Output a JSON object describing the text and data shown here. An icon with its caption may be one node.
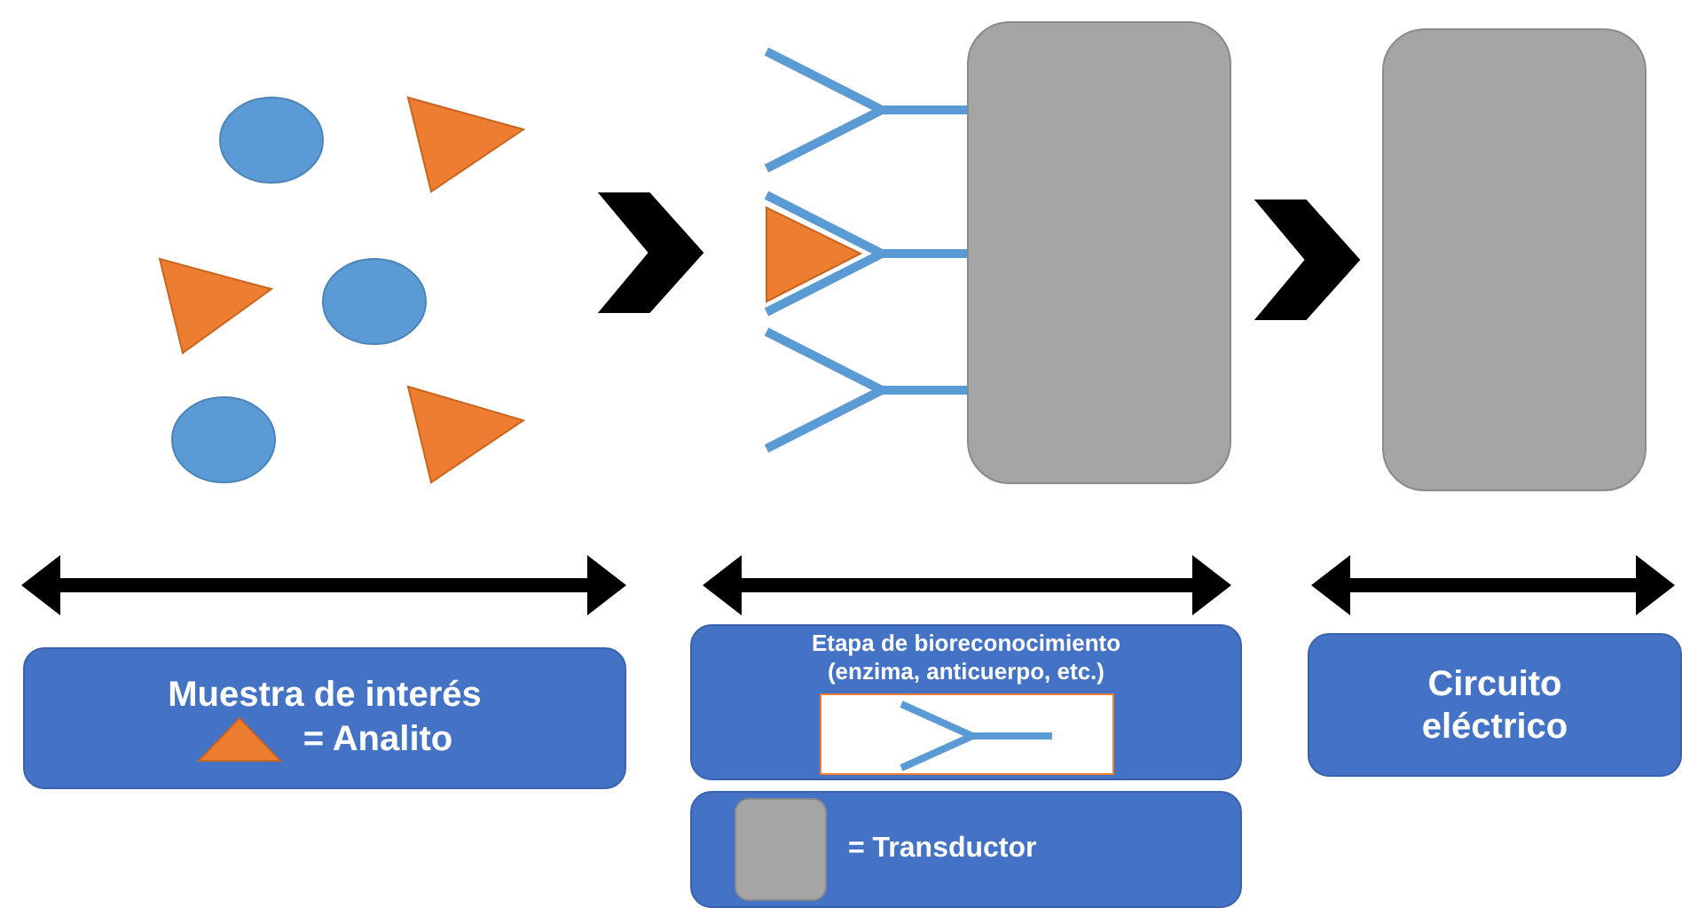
{
  "diagram": {
    "nodes": [
      {
        "text": [],
        "shape": "picture"
      },
      {
        "text": [],
        "shape": "box"
      },
      {
        "text": [],
        "shape": "box"
      },
      {
        "text": [
          "Muestra de interés",
          "= Analito"
        ]
      },
      {
        "text": [
          "Etapa de bioreconocimiento (enzima, anticuerpo, etc.)"
        ]
      },
      {
        "text": [
          "= Transductor"
        ]
      },
      {
        "text": [
          "Circuito eléctrico"
        ]
      }
    ],
    "edges": [
      {
        "from": 0,
        "to": 1,
        "arrow": "to"
      },
      {
        "from": 1,
        "to": 2,
        "arrow": "to"
      }
    ]
  }
}
